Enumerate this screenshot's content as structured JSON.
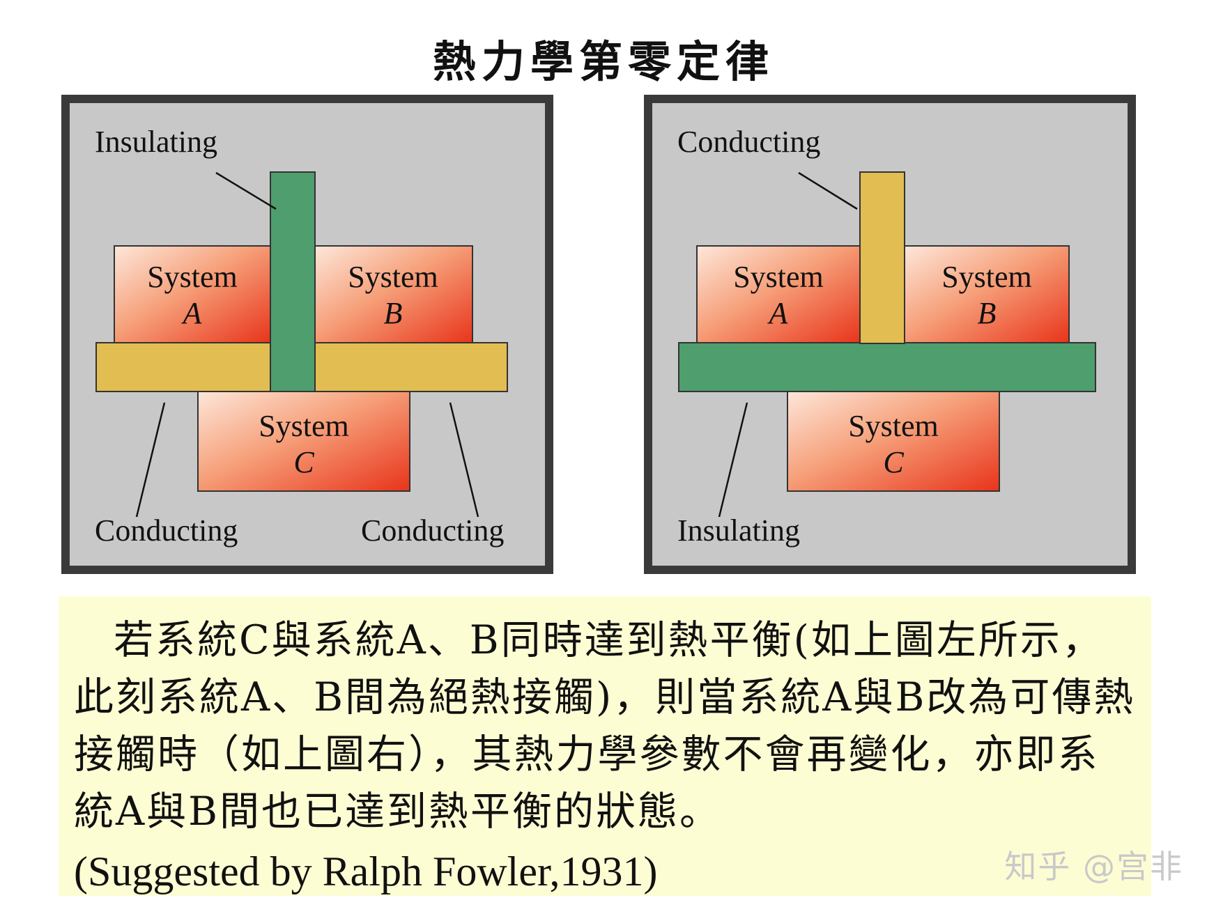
{
  "title": "熱力學第零定律",
  "left_panel": {
    "system_word": "System",
    "system_a": "A",
    "system_b": "B",
    "system_c": "C",
    "label_top": "Insulating",
    "label_bottom_left": "Conducting",
    "label_bottom_right": "Conducting"
  },
  "right_panel": {
    "system_word": "System",
    "system_a": "A",
    "system_b": "B",
    "system_c": "C",
    "label_top": "Conducting",
    "label_bottom_left": "Insulating"
  },
  "caption": {
    "text": "若系統C與系統A、B同時達到熱平衡(如上圖左所示，此刻系統A、B間為絕熱接觸)，則當系統A與B改為可傳熱接觸時（如上圖右），其熱力學參數不會再變化，亦即系統A與B間也已達到熱平衡的狀態。",
    "credit": "(Suggested by Ralph Fowler,1931)"
  },
  "watermark": "知乎 @宫非",
  "colors": {
    "enclosure_border": "#3a3a3a",
    "enclosure_fill": "#c8c8c8",
    "insulating": "#4e9e6e",
    "conducting": "#e2bd52",
    "system_light": "#fbe2d4",
    "system_dark": "#e83a1c",
    "caption_bg": "#fdfdd4"
  }
}
